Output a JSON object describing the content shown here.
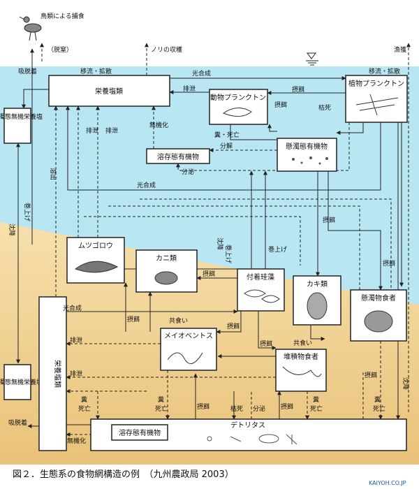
{
  "caption": "図２．生態系の食物網構造の例　（九州農政局 2003）",
  "site": "KAIYOH.CO.JP",
  "top_labels": {
    "bird": "鳥類による捕食",
    "denitrification": "（脱窒）",
    "nori": "ノリの収穫",
    "fishing": "漁獲"
  },
  "boxes": {
    "nutrients_water": "栄養塩類",
    "zooplankton": "動物プランクトン",
    "phytoplankton": "植物プランクトン",
    "dom_water": "溶存態有機物",
    "pom_water": "懸濁態有機物",
    "left_upper": "懸濁態無機栄養塩",
    "left_lower": "懸濁態無機栄養塩",
    "nutrients_sediment": "栄養塩類",
    "mutsugoro": "ムツゴロウ",
    "crab": "カニ類",
    "diatom": "付着珪藻",
    "oyster": "カキ類",
    "suspension_feeder": "懸濁物食者",
    "meiobenthos": "メイオベントス",
    "deposit_feeder": "堆積物食者",
    "detritus": "デトリタス",
    "dom_sediment": "溶存態有機物"
  },
  "flows": {
    "adsorb_top": "吸脱着",
    "adsorb_bottom": "吸脱着",
    "advect_left": "移流・拡散",
    "advect_right": "移流・拡散",
    "photo_top": "光合成",
    "photo_mid": "光合成",
    "photo_low": "光合成",
    "excrete_zoo": "排泄",
    "excrete_v1": "排泄",
    "excrete_v2": "排泄",
    "excrete_low1": "排泄",
    "excrete_low2": "排泄",
    "graze_zoo": "摂餌",
    "graze_pom": "摂餌",
    "graze_oyster": "摂餌",
    "graze_susp": "摂餌",
    "graze_crab": "摂餌",
    "graze_mei": "摂餌",
    "graze_dep": "摂餌",
    "graze_det1": "摂餌",
    "graze_det2": "摂餌",
    "graze_det3": "摂餌",
    "mineral1": "無機化",
    "mineral2": "無機化",
    "feces_zoo": "糞・死亡",
    "feces_1": "糞",
    "death_1": "死亡",
    "feces_2": "糞",
    "death_2": "死亡",
    "feces_3": "糞",
    "death_3": "死亡",
    "feces_4": "糞",
    "death_4": "死亡",
    "wither_phyto": "枯死",
    "wither_diatom": "枯死",
    "decompose": "分解",
    "secrete1": "分泌",
    "secrete2": "分泌",
    "elute": "溶出",
    "resusp1": "巻上げ",
    "resusp2": "巻上げ",
    "resusp3": "巻上げ",
    "sink1": "沈降",
    "sink2": "沈降",
    "sink3": "沈降",
    "canni1": "共食い",
    "canni2": "共食い"
  },
  "colors": {
    "water": "#b9e6f3",
    "sediment": "#f2d69a",
    "line": "#222222"
  }
}
